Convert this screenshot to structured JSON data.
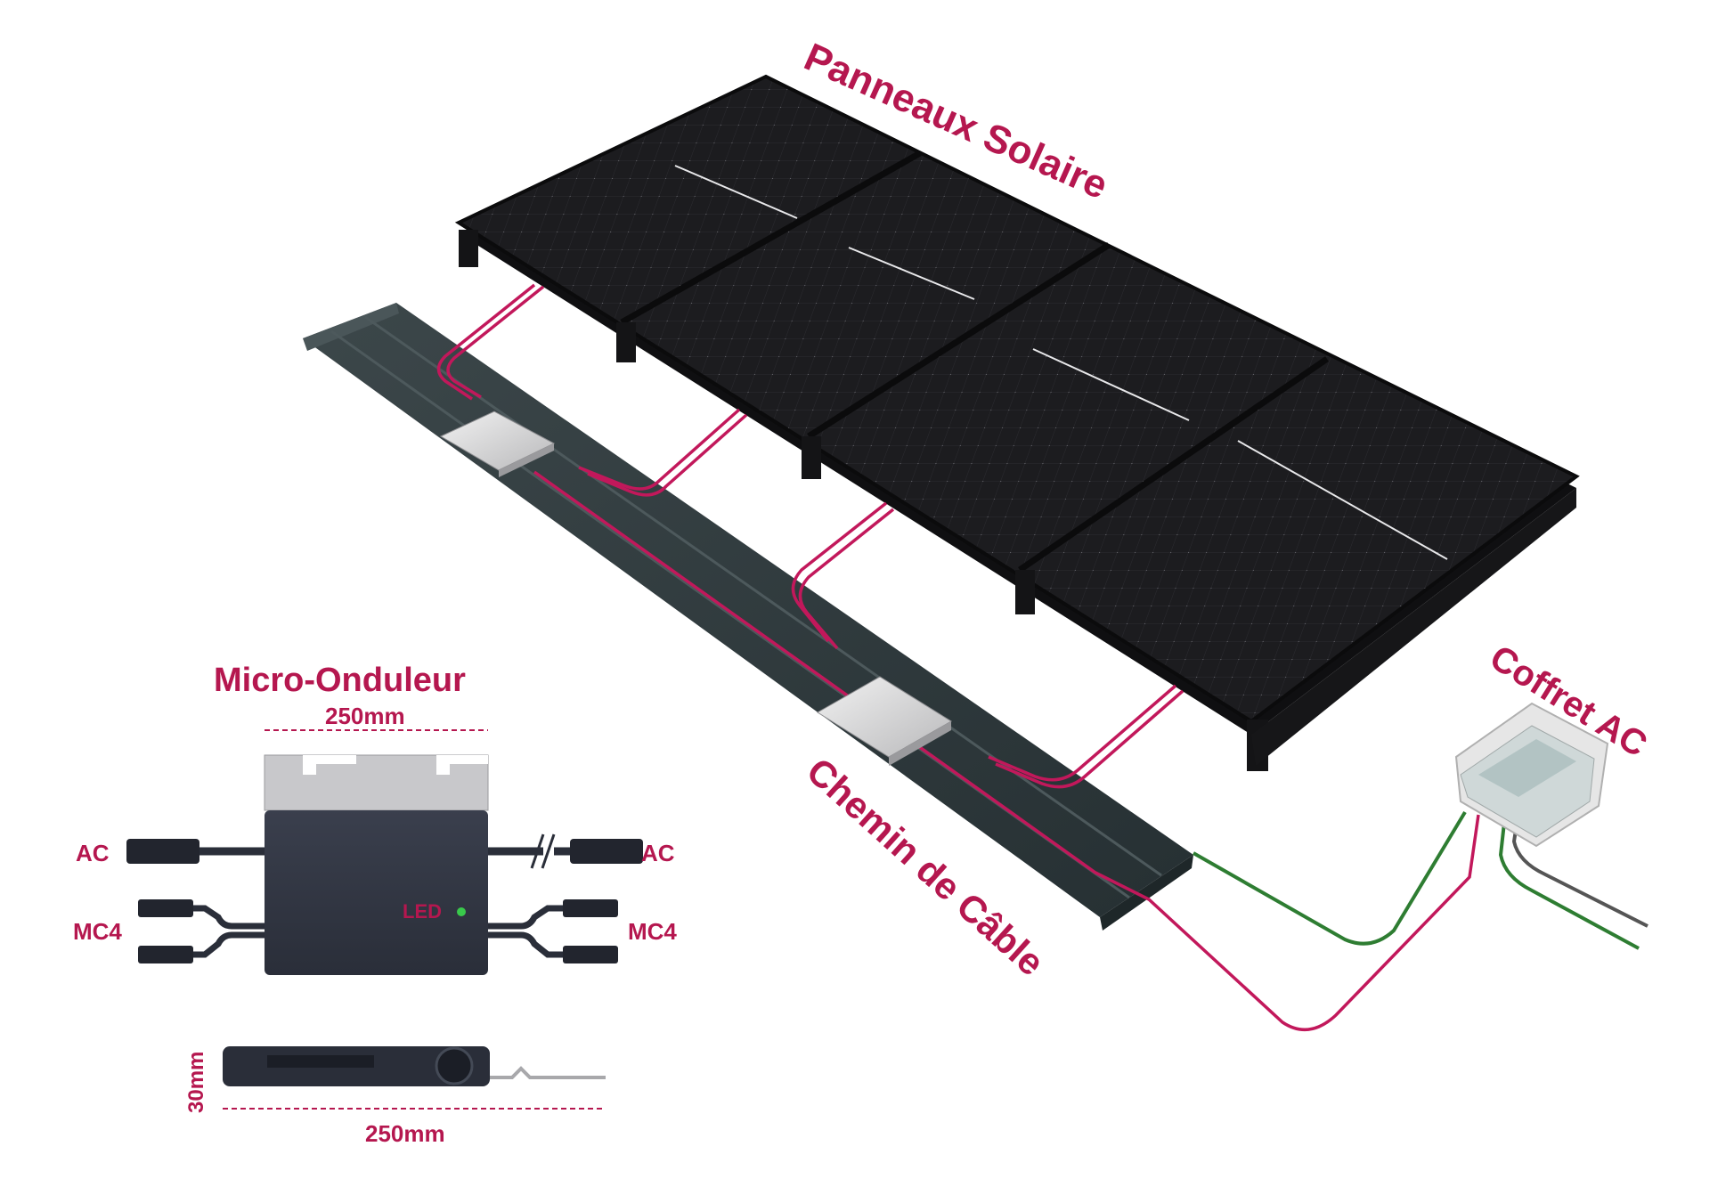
{
  "labels": {
    "panels": "Panneaux Solaire",
    "cable_path": "Chemin de Câble",
    "ac_box": "Coffret AC",
    "micro_inverter": "Micro-Onduleur"
  },
  "inverter": {
    "width_top": "250mm",
    "width_side": "250mm",
    "height_side": "30mm",
    "ac_left": "AC",
    "ac_right": "AC",
    "mc4_left": "MC4",
    "mc4_right": "MC4",
    "led": "LED"
  },
  "colors": {
    "accent": "#b5174f",
    "dc_cable": "#c2185b",
    "ac_green": "#2e7d32",
    "panel": "#1b1b1d",
    "rail": "#2f3a3d"
  }
}
